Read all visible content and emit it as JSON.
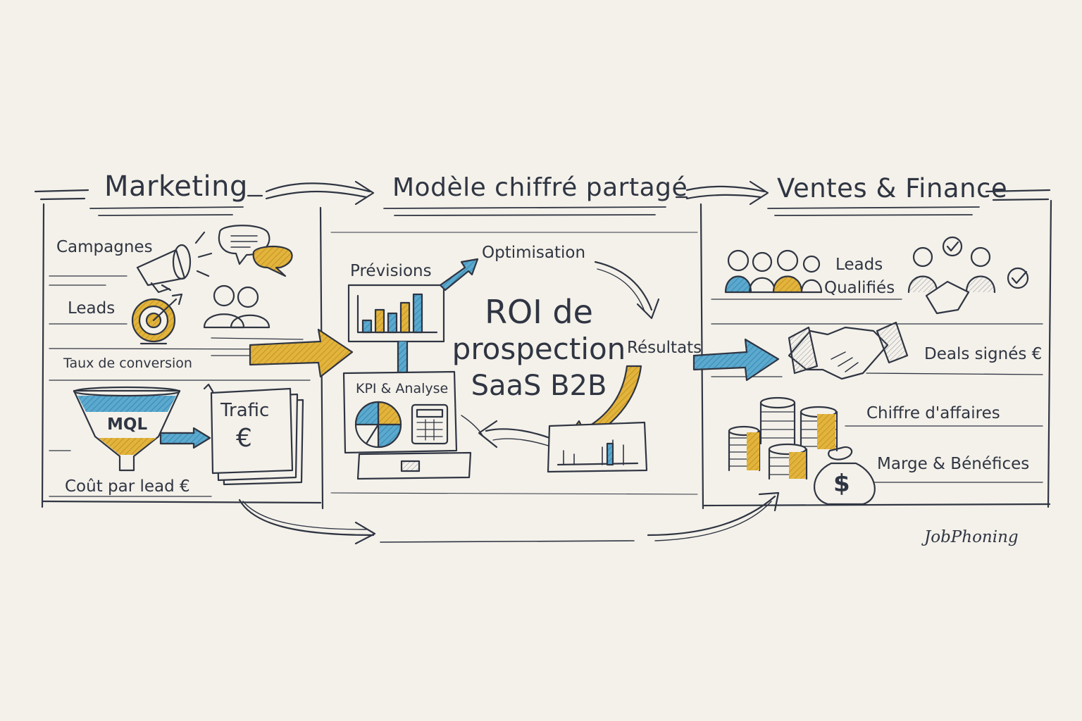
{
  "colors": {
    "ink": "#2f3542",
    "accent_yellow": "#e3b43c",
    "accent_blue": "#5ba9cf",
    "paper": "#f4f1ea"
  },
  "columns": {
    "marketing": {
      "title": "Marketing",
      "items": {
        "campagnes": "Campagnes",
        "leads": "Leads",
        "taux_conversion": "Taux de conversion",
        "mql": "MQL",
        "trafic": "Trafic",
        "euro": "€",
        "cout_par_lead": "Coût par lead €"
      },
      "icons": [
        "megaphone-icon",
        "speech-bubbles-icon",
        "target-icon",
        "people-icon",
        "funnel-icon",
        "document-stack-icon"
      ]
    },
    "model": {
      "title": "Modèle chiffré partagé",
      "center_line1": "ROI de",
      "center_line2": "prospection",
      "center_line3": "SaaS B2B",
      "previsions": "Prévisions",
      "optimisation": "Optimisation",
      "resultats": "Résultats",
      "kpi_analyse": "KPI & Analyse",
      "icons": [
        "bar-chart-board-icon",
        "pie-chart-icon",
        "calculator-icon",
        "cycle-arrows-icon"
      ]
    },
    "sales": {
      "title": "Ventes & Finance",
      "items": {
        "leads_qualifies_1": "Leads",
        "leads_qualifies_2": "Qualifiés",
        "deals_signes": "Deals signés €",
        "chiffre_affaires": "Chiffre d'affaires",
        "marge_benefices": "Marge & Bénéfices",
        "dollar": "$"
      },
      "icons": [
        "people-group-icon",
        "handshake-icon",
        "coin-stacks-icon",
        "money-bag-icon",
        "checkmark-icon"
      ]
    }
  },
  "signature": "JobPhoning"
}
